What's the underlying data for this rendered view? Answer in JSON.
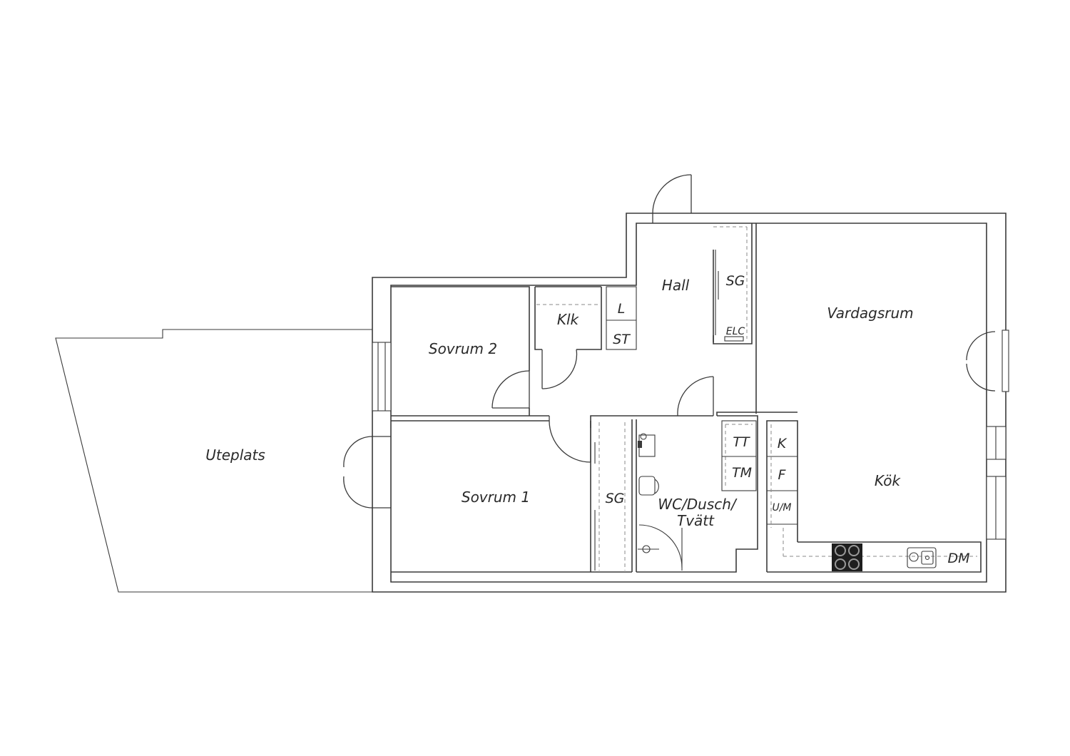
{
  "plan": {
    "rooms": {
      "uteplats": "Uteplats",
      "sovrum2": "Sovrum 2",
      "sovrum1": "Sovrum 1",
      "klk": "Klk",
      "hall": "Hall",
      "vardagsrum": "Vardagsrum",
      "kok": "Kök",
      "wc_line1": "WC/Dusch/",
      "wc_line2": "Tvätt"
    },
    "fixtures": {
      "l": "L",
      "st": "ST",
      "sg_hall": "SG",
      "elc": "ELC",
      "sg_sovrum1": "SG",
      "tt": "TT",
      "tm": "TM",
      "k": "K",
      "f": "F",
      "um": "U/M",
      "dm": "DM"
    }
  }
}
